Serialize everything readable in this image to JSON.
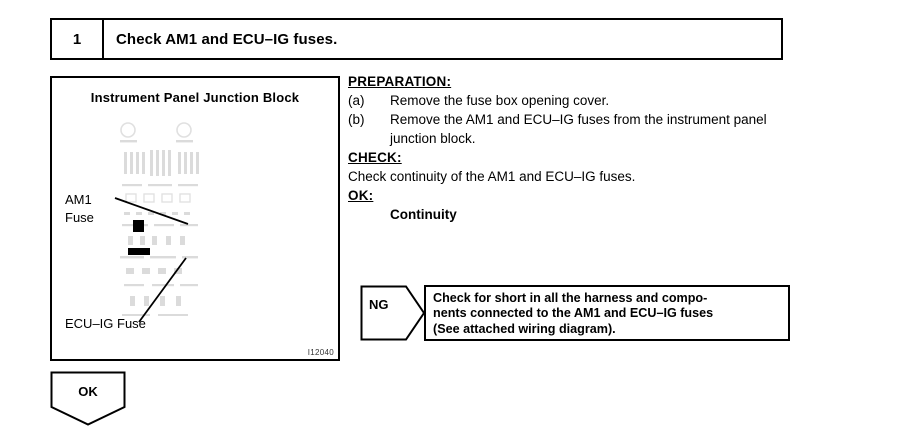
{
  "step": {
    "number": "1",
    "title": "Check AM1 and ECU–IG fuses."
  },
  "illustration": {
    "title": "Instrument Panel Junction Block",
    "callouts": [
      {
        "line1": "AM1",
        "line2": "Fuse"
      },
      {
        "text": "ECU–IG Fuse"
      }
    ],
    "figure_id": "I12040"
  },
  "instructions": {
    "preparation_heading": "PREPARATION:",
    "steps": [
      {
        "mark": "(a)",
        "text": "Remove the fuse box opening cover."
      },
      {
        "mark": "(b)",
        "text": "Remove the AM1 and ECU–IG fuses from the instrument panel junction block."
      }
    ],
    "check_heading": "CHECK:",
    "check_text": "Check continuity of the AM1 and ECU–IG fuses.",
    "ok_heading": "OK:",
    "ok_value": "Continuity"
  },
  "ng_branch": {
    "label": "NG",
    "line1": "Check for short in all the harness and compo-",
    "line2": "nents connected to the AM1 and ECU–IG fuses",
    "line3": "(See attached wiring diagram)."
  },
  "ok_branch": {
    "label": "OK"
  },
  "colors": {
    "ink": "#000000",
    "paper": "#ffffff"
  }
}
